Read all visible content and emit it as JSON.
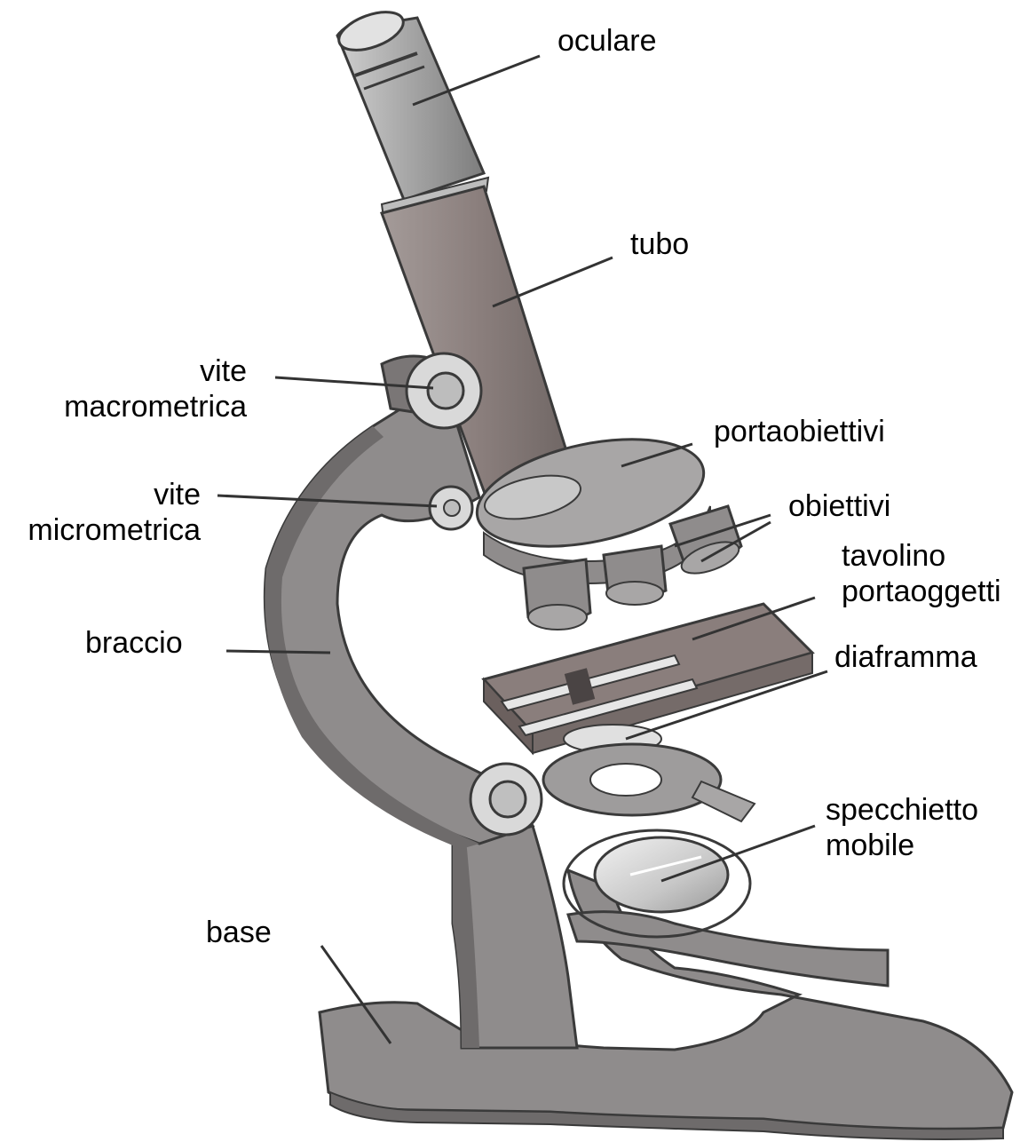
{
  "labels": {
    "oculare": "oculare",
    "tubo": "tubo",
    "vite_macrometrica": [
      "vite",
      "macrometrica"
    ],
    "portaobiettivi": "portaobiettivi",
    "vite_micrometrica": [
      "vite",
      "micrometrica"
    ],
    "obiettivi": "obiettivi",
    "tavolino_portaoggetti": [
      "tavolino",
      "portaoggetti"
    ],
    "braccio": "braccio",
    "diaframma": "diaframma",
    "specchietto_mobile": [
      "specchietto",
      "mobile"
    ],
    "base": "base"
  },
  "colors": {
    "body": "#8f8c8c",
    "body_dark": "#6e6b6b",
    "tube": "#8b7f7d",
    "metal_light": "#d9d9d9",
    "outline": "#3a3a3a",
    "leader": "#333333"
  }
}
